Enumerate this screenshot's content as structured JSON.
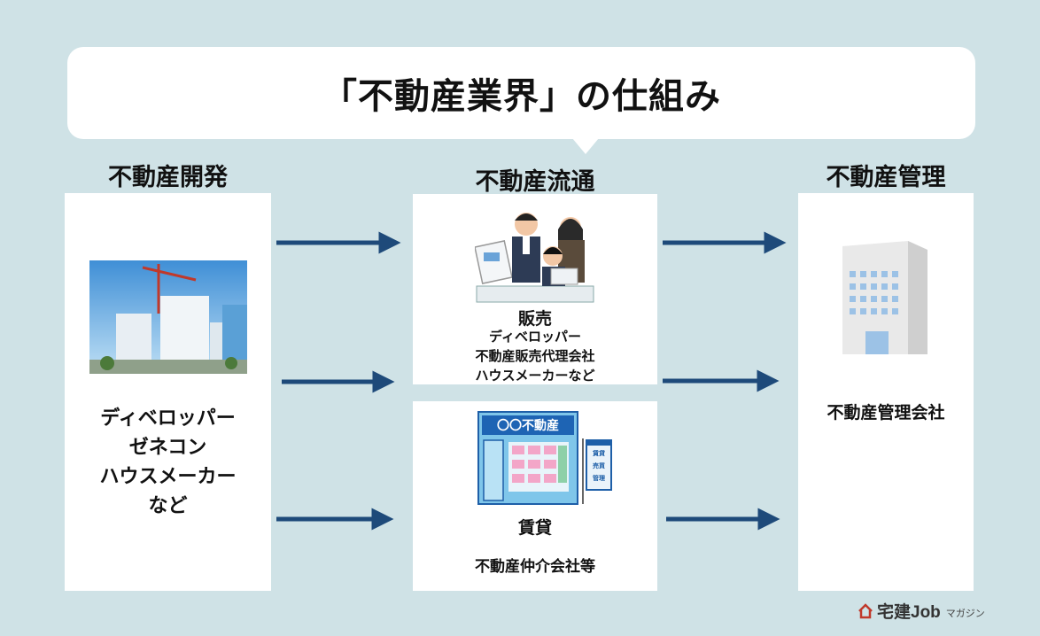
{
  "title": "「不動産業界」の仕組み",
  "columns": {
    "development": {
      "header": "不動産開発",
      "lines": [
        "ディベロッパー",
        "ゼネコン",
        "ハウスメーカー",
        "など"
      ]
    },
    "distribution": {
      "header": "不動産流通",
      "sales": {
        "heading": "販売",
        "lines": [
          "ディベロッパー",
          "不動産販売代理会社",
          "ハウスメーカーなど"
        ]
      },
      "rental": {
        "heading": "賃貸",
        "shop_sign": "〇〇不動産",
        "banner": [
          "賃貸",
          "売買",
          "管理"
        ],
        "lines": [
          "不動産仲介会社等"
        ]
      }
    },
    "management": {
      "header": "不動産管理",
      "lines": [
        "不動産管理会社"
      ]
    }
  },
  "brand": {
    "name": "宅建Job",
    "sub": "マガジン"
  },
  "colors": {
    "background": "#cfe2e6",
    "arrow": "#1e4a7a",
    "box": "#ffffff"
  }
}
